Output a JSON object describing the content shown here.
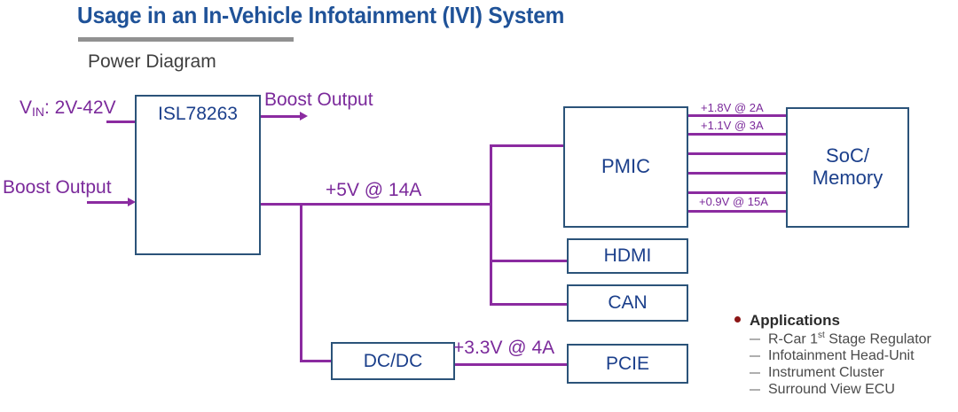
{
  "header": {
    "title": "Usage in an In-Vehicle Infotainment (IVI) System",
    "subtitle": "Power Diagram",
    "title_color": "#1F5298",
    "rule_color": "#919191"
  },
  "diagram": {
    "wire_color": "#8B2BA0",
    "box_border_color": "#2B5379",
    "box_text_color": "#1B3F8B",
    "blocks": {
      "regulator": "ISL78263",
      "pmic": "PMIC",
      "soc": "SoC/\nMemory",
      "soc_line1": "SoC/",
      "soc_line2": "Memory",
      "hdmi": "HDMI",
      "can": "CAN",
      "pcie": "PCIE",
      "dcdc": "DC/DC"
    },
    "labels": {
      "vin_prefix": "V",
      "vin_sub": "IN",
      "vin_value": ": 2V-42V",
      "boost_input": "Boost Output",
      "boost_output": "Boost Output",
      "rail_5v": "+5V @ 14A",
      "rail_33v": "+3.3V @ 4A",
      "rail_18v": "+1.8V @ 2A",
      "rail_11v": "+1.1V @ 3A",
      "rail_09v": "+0.9V @ 15A"
    }
  },
  "applications": {
    "heading": "Applications",
    "bullet_color": "#8C1616",
    "items": [
      {
        "pre": "R-Car 1",
        "sup": "st",
        "post": " Stage Regulator"
      },
      {
        "pre": "Infotainment Head-Unit",
        "sup": "",
        "post": ""
      },
      {
        "pre": "Instrument Cluster",
        "sup": "",
        "post": ""
      },
      {
        "pre": "Surround View ECU",
        "sup": "",
        "post": ""
      }
    ]
  }
}
